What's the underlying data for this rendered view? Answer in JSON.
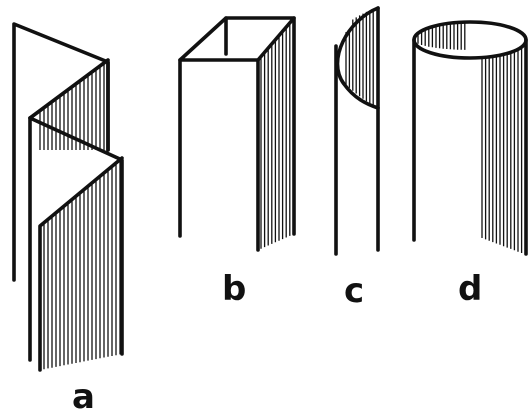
{
  "figures": [
    {
      "id": "a",
      "label": "a",
      "shape": "zigzag-folded-sheet"
    },
    {
      "id": "b",
      "label": "b",
      "shape": "square-tube"
    },
    {
      "id": "c",
      "label": "c",
      "shape": "half-cylinder-shell"
    },
    {
      "id": "d",
      "label": "d",
      "shape": "cylinder"
    }
  ],
  "colors": {
    "ink": "#111111",
    "background": "#ffffff"
  }
}
